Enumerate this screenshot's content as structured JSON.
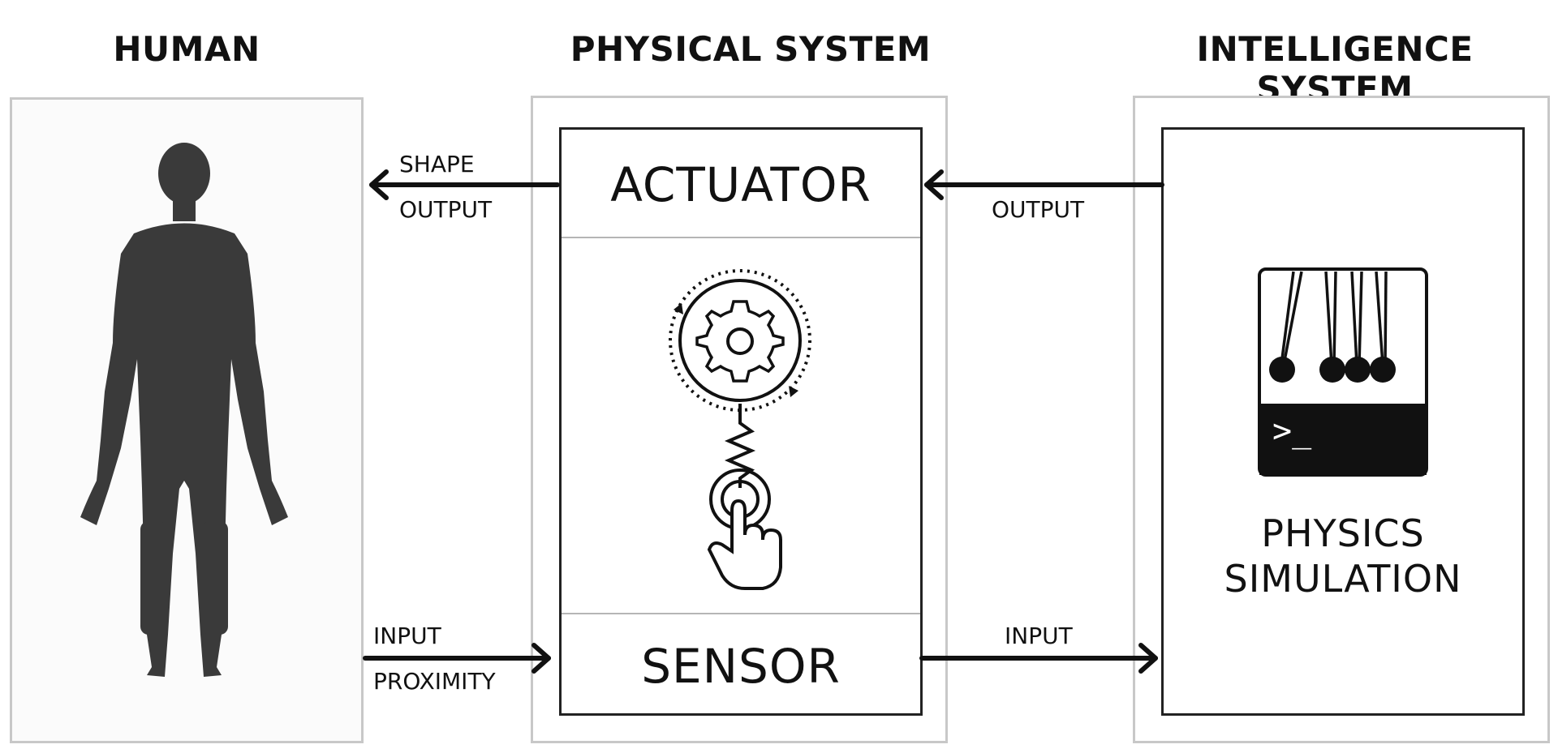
{
  "columns": {
    "human": {
      "heading": "HUMAN"
    },
    "physical": {
      "heading": "PHYSICAL SYSTEM",
      "actuator": "ACTUATOR",
      "sensor": "SENSOR"
    },
    "intelligence": {
      "heading": "INTELLIGENCE SYSTEM",
      "block_line1": "PHYSICS",
      "block_line2": "SIMULATION",
      "terminal_prompt": ">_"
    }
  },
  "arrows": {
    "actuator_to_human": {
      "line1": "SHAPE",
      "line2": "OUTPUT"
    },
    "intelligence_to_actuator": {
      "line1": "OUTPUT"
    },
    "human_to_sensor": {
      "line1": "INPUT",
      "line2": "PROXIMITY"
    },
    "sensor_to_intelligence": {
      "line1": "INPUT"
    }
  },
  "icons": {
    "human": "human-silhouette-icon",
    "physical": "gear-spring-touch-icon",
    "intelligence": "newtons-cradle-terminal-icon"
  }
}
